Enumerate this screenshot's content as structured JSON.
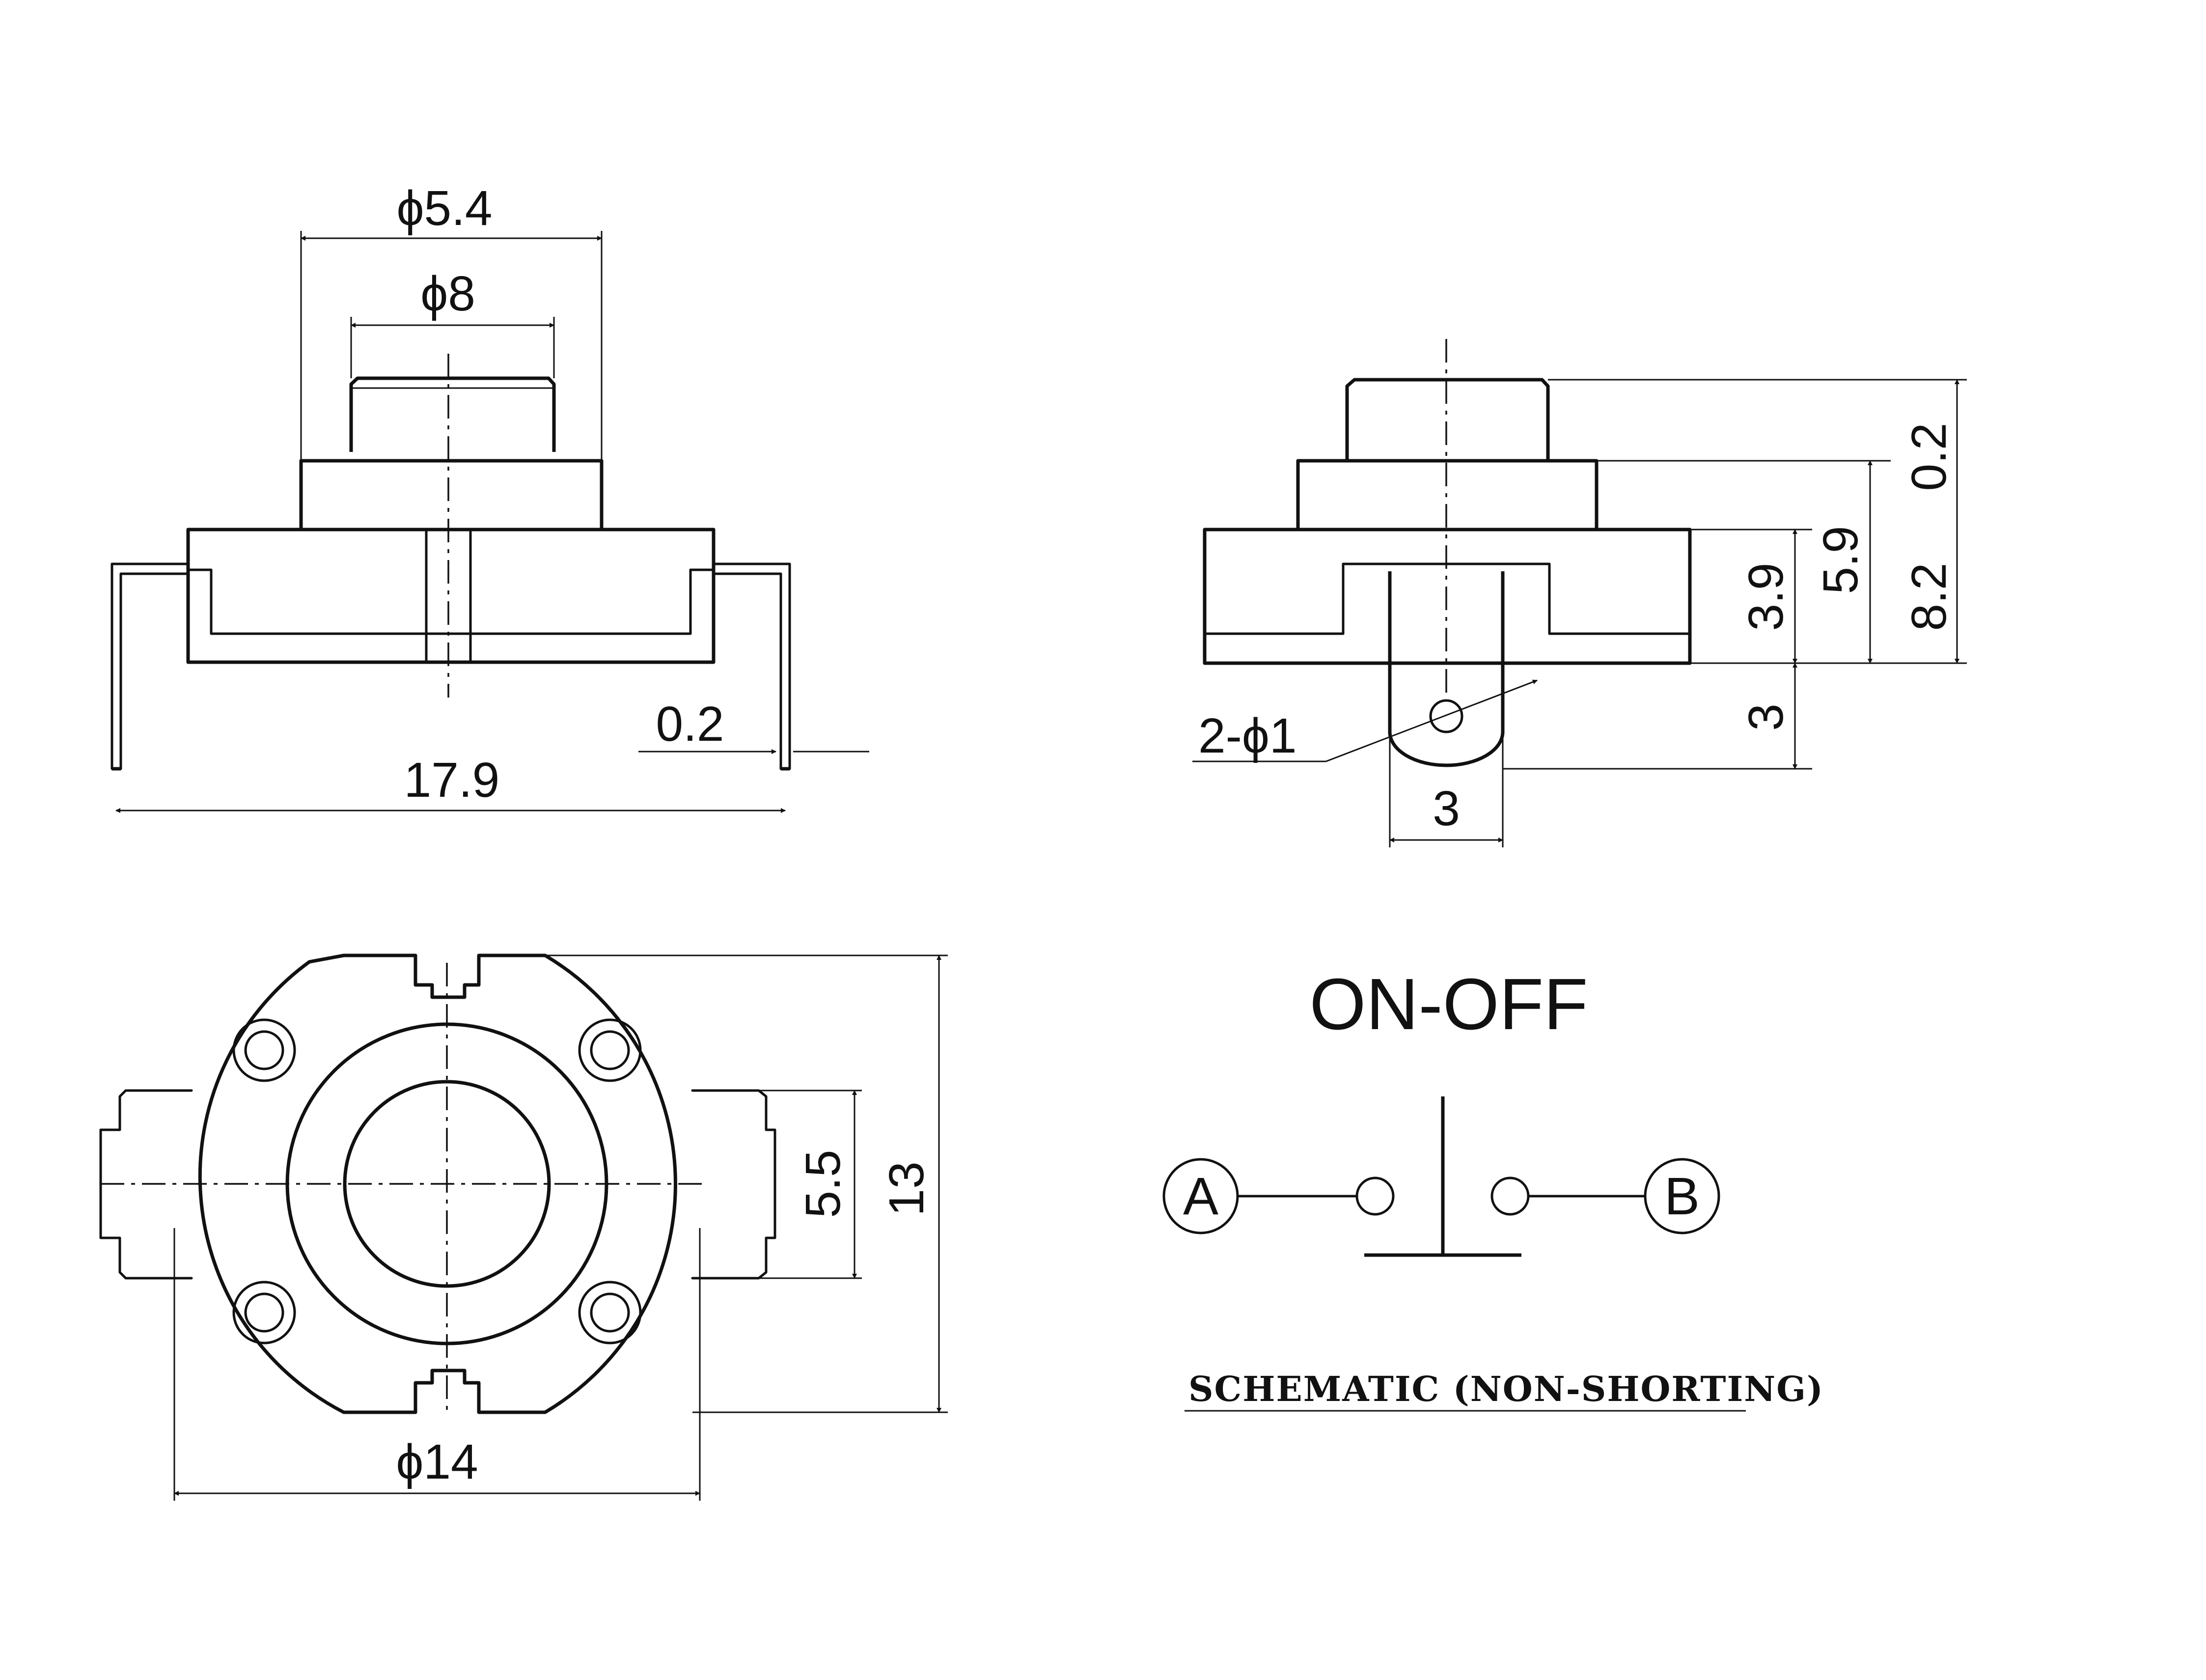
{
  "front_view": {
    "dim_outer_cap": "ϕ5.4",
    "dim_inner_cap": "ϕ8",
    "dim_overall_width": "17.9",
    "dim_pin_thickness": "0.2"
  },
  "side_view": {
    "dim_cap_height": "0.2",
    "dim_total_height": "8.2",
    "dim_body_height": "5.9",
    "dim_base_height": "3.9",
    "dim_terminal_length": "3",
    "dim_terminal_width": "3",
    "dim_hole": "2-ϕ1"
  },
  "top_view": {
    "dim_diameter": "ϕ14",
    "dim_height": "13",
    "dim_tab": "5.5"
  },
  "schematic": {
    "title": "ON-OFF",
    "terminal_a": "A",
    "terminal_b": "B",
    "caption": "SCHEMATIC (NON-SHORTING)"
  },
  "colors": {
    "line": "#111111",
    "background": "#ffffff"
  }
}
